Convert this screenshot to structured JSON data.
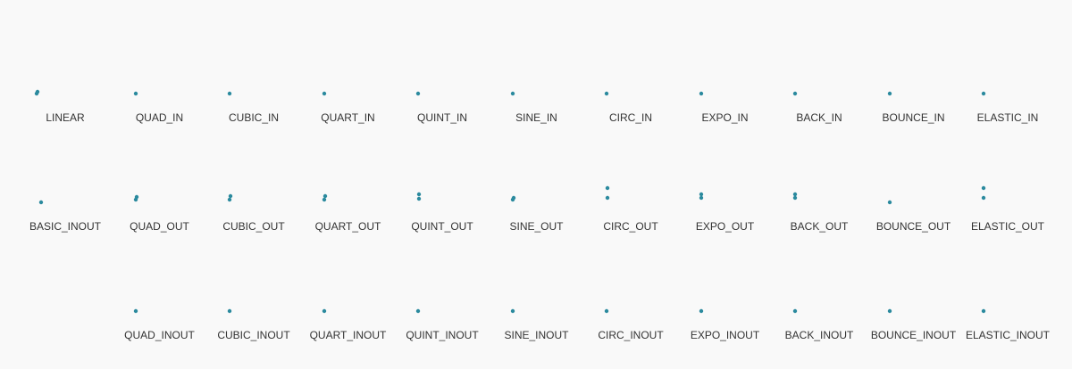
{
  "theme": {
    "background": "#f9f9f9",
    "dot_color": "#2b8a9e",
    "label_color": "#333333"
  },
  "rows": [
    {
      "cells": [
        {
          "label": "LINEAR",
          "dots": 2
        },
        {
          "label": "QUAD_IN",
          "dots": 1
        },
        {
          "label": "CUBIC_IN",
          "dots": 1
        },
        {
          "label": "QUART_IN",
          "dots": 1
        },
        {
          "label": "QUINT_IN",
          "dots": 1
        },
        {
          "label": "SINE_IN",
          "dots": 1
        },
        {
          "label": "CIRC_IN",
          "dots": 1
        },
        {
          "label": "EXPO_IN",
          "dots": 1
        },
        {
          "label": "BACK_IN",
          "dots": 1
        },
        {
          "label": "BOUNCE_IN",
          "dots": 1
        },
        {
          "label": "ELASTIC_IN",
          "dots": 1
        }
      ]
    },
    {
      "cells": [
        {
          "label": "BASIC_INOUT",
          "dots": 1
        },
        {
          "label": "QUAD_OUT",
          "dots": 2
        },
        {
          "label": "CUBIC_OUT",
          "dots": 2
        },
        {
          "label": "QUART_OUT",
          "dots": 2
        },
        {
          "label": "QUINT_OUT",
          "dots": 2
        },
        {
          "label": "SINE_OUT",
          "dots": 2
        },
        {
          "label": "CIRC_OUT",
          "dots": 2
        },
        {
          "label": "EXPO_OUT",
          "dots": 2
        },
        {
          "label": "BACK_OUT",
          "dots": 2
        },
        {
          "label": "BOUNCE_OUT",
          "dots": 1
        },
        {
          "label": "ELASTIC_OUT",
          "dots": 2
        }
      ]
    },
    {
      "cells": [
        null,
        {
          "label": "QUAD_INOUT",
          "dots": 1
        },
        {
          "label": "CUBIC_INOUT",
          "dots": 1
        },
        {
          "label": "QUART_INOUT",
          "dots": 1
        },
        {
          "label": "QUINT_INOUT",
          "dots": 1
        },
        {
          "label": "SINE_INOUT",
          "dots": 1
        },
        {
          "label": "CIRC_INOUT",
          "dots": 1
        },
        {
          "label": "EXPO_INOUT",
          "dots": 1
        },
        {
          "label": "BACK_INOUT",
          "dots": 1
        },
        {
          "label": "BOUNCE_INOUT",
          "dots": 1
        },
        {
          "label": "ELASTIC_INOUT",
          "dots": 1
        }
      ]
    }
  ]
}
